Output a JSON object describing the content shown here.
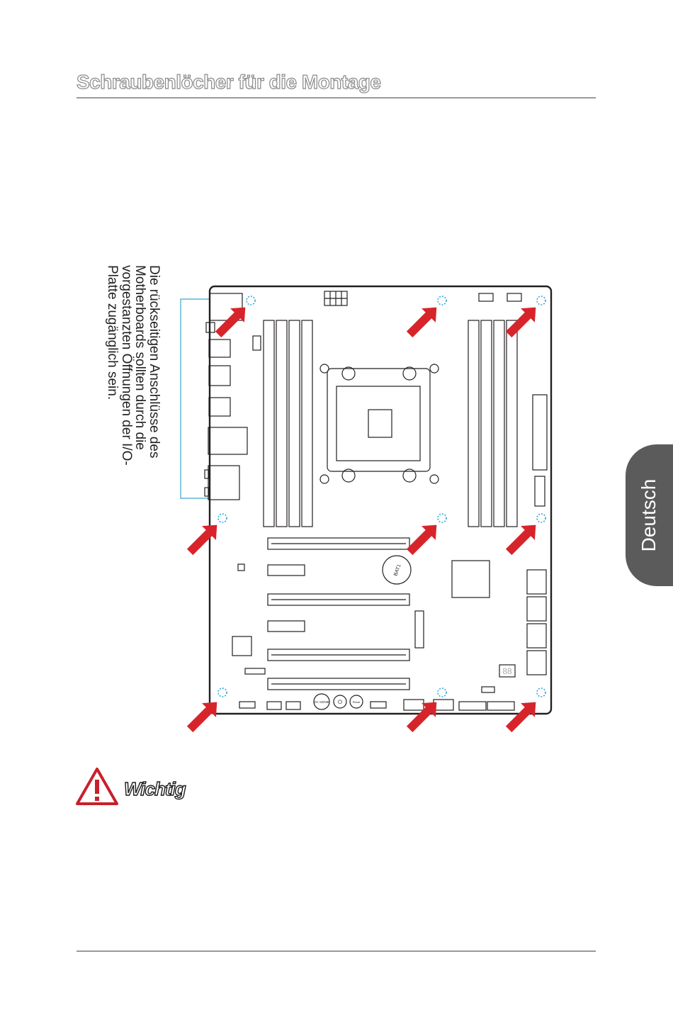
{
  "section": {
    "title": "Schraubenlöcher für die Montage"
  },
  "side_tab": {
    "label": "Deutsch"
  },
  "diagram": {
    "caption": "Die rückseitigen Anschlüsse des Motherboards sollten durch die vorgestanzten Öffnungen der I/O-Platte zugänglich sein.",
    "labels": {
      "dc_genie": "OC GENIE",
      "power": "⏻",
      "reset": "Reset",
      "battery": "BAT1",
      "debug_display": "88"
    },
    "colors": {
      "arrow": "#d7242b",
      "mounting_hole": "#2aa7e0",
      "board_outline": "#231f20",
      "leader_line": "#3ba7d0"
    }
  },
  "important": {
    "title": "Wichtig",
    "icon_color": "#c8202a"
  }
}
